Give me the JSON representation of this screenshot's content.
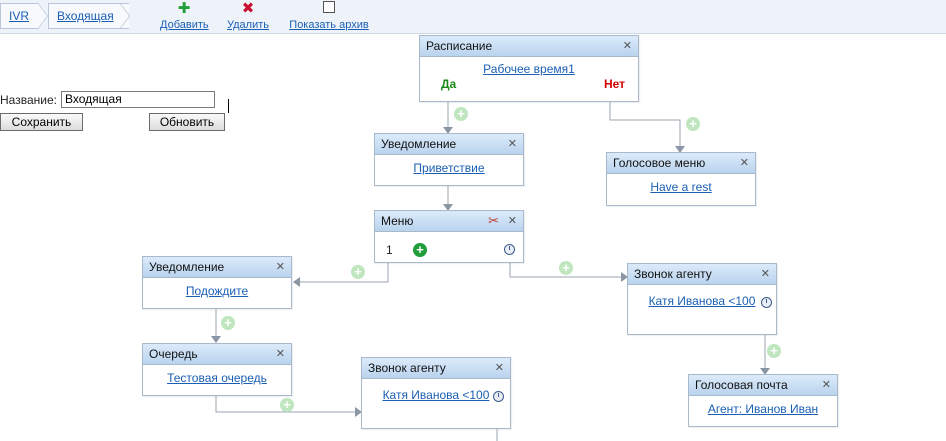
{
  "breadcrumb": {
    "root": "IVR",
    "current": "Входящая"
  },
  "toolbar": {
    "add": "Добавить",
    "delete": "Удалить",
    "archive": "Показать архив"
  },
  "form": {
    "name_label": "Название:",
    "name_value": "Входящая",
    "save": "Сохранить",
    "update": "Обновить"
  },
  "nodes": {
    "schedule": {
      "title": "Расписание",
      "link": "Рабочее время1",
      "yes": "Да",
      "no": "Нет"
    },
    "notify1": {
      "title": "Уведомление",
      "link": "Приветствие"
    },
    "voicemenu": {
      "title": "Голосовое меню",
      "link": "Have a rest"
    },
    "menu": {
      "title": "Меню",
      "key": "1"
    },
    "notify2": {
      "title": "Уведомление",
      "link": "Подождите"
    },
    "agent1": {
      "title": "Звонок агенту",
      "link": "Катя Иванова <100"
    },
    "queue": {
      "title": "Очередь",
      "link": "Тестовая очередь"
    },
    "agent2": {
      "title": "Звонок агенту",
      "link": "Катя Иванова <100"
    },
    "voicemail": {
      "title": "Голосовая почта",
      "link": "Агент: Иванов Иван"
    }
  },
  "colors": {
    "yes": "#1a8a1a",
    "no": "#d40000",
    "link": "#1a5fb4",
    "header": "#c5dcf2"
  },
  "icons": {
    "add": "plus-icon",
    "delete": "cross-icon",
    "close": "close-icon",
    "settings": "tools-icon",
    "clock": "clock-icon"
  }
}
